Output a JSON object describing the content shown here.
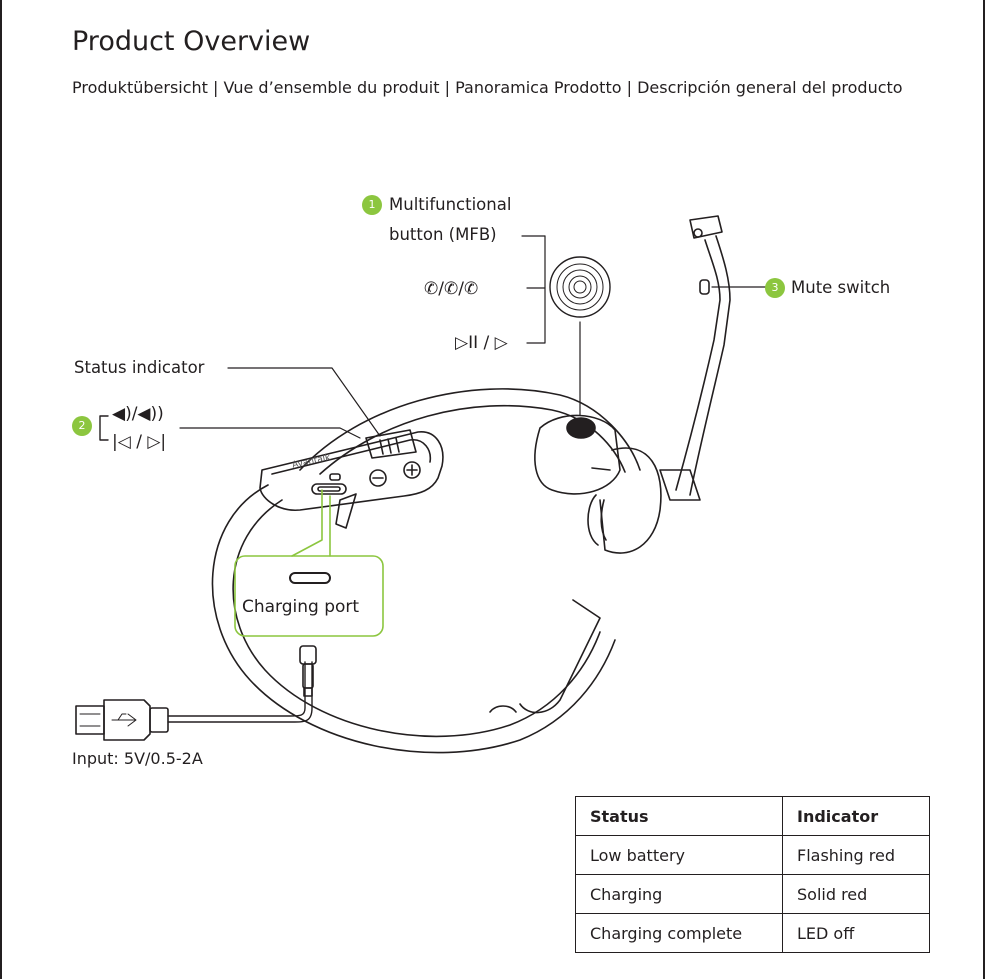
{
  "header": {
    "title": "Product Overview",
    "subtitle": "Produktübersicht | Vue d’ensemble du produit | Panoramica Prodotto | Descripción general del producto"
  },
  "callouts": {
    "mfb_number": "1",
    "mfb_line1": "Multifunctional",
    "mfb_line2": "button (MFB)",
    "mfb_call_symbols": "✆/✆/✆",
    "mfb_play_symbols": "▷II / ▷",
    "mute_number": "3",
    "mute_label": "Mute switch",
    "status_indicator_label": "Status indicator",
    "volume_number": "2",
    "volume_symbols": "◀)/◀))",
    "track_symbols": "|◁ / ▷|",
    "charging_port_label": "Charging port",
    "input_label": "Input: 5V/0.5-2A",
    "brand_print": "Avantalk"
  },
  "table": {
    "headers": [
      "Status",
      "Indicator"
    ],
    "rows": [
      [
        "Low battery",
        "Flashing red"
      ],
      [
        "Charging",
        "Solid red"
      ],
      [
        "Charging complete",
        "LED off"
      ]
    ]
  },
  "colors": {
    "accent_green": "#8cc63f",
    "line_dark": "#231f20",
    "body_fill": "#ffffff"
  }
}
